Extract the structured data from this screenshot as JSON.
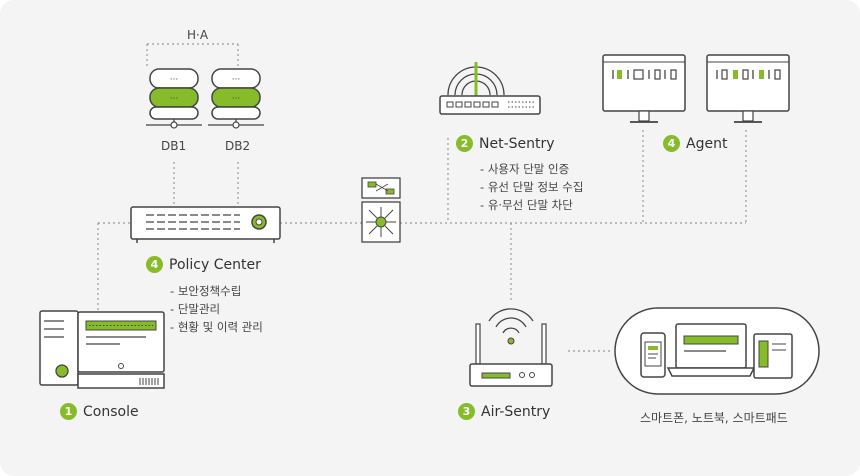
{
  "ha_label": "H·A",
  "db1_label": "DB1",
  "db2_label": "DB2",
  "net_sentry": {
    "num": "2",
    "title": "Net-Sentry",
    "features": [
      "사용자 단말 인증",
      "유선 단말 정보 수집",
      "유·무선 단말 차단"
    ]
  },
  "agent": {
    "num": "4",
    "title": "Agent"
  },
  "policy_center": {
    "num": "4",
    "title": "Policy Center",
    "features": [
      "보안정책수립",
      "단말관리",
      "현황 및 이력 관리"
    ]
  },
  "console": {
    "num": "1",
    "title": "Console"
  },
  "air_sentry": {
    "num": "3",
    "title": "Air-Sentry"
  },
  "devices_label": "스마트폰, 노트북, 스마트패드",
  "colors": {
    "accent": "#86bc2a",
    "line": "#999999",
    "outline": "#444444",
    "background": "#f4f4f4"
  }
}
